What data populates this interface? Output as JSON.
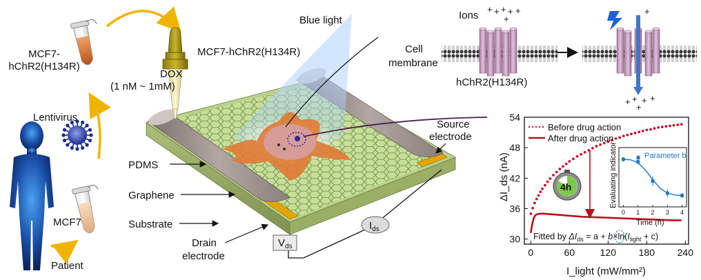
{
  "labels": {
    "cell_line_top": [
      "MCF7-",
      "hChR2(H134R)"
    ],
    "lentivirus": "Lentivirus",
    "mcf7": "MCF7",
    "patient": "Patient",
    "dox": [
      "DOX",
      "(1 nM ~ 1mM)"
    ],
    "cell_on_chip": "MCF7-hChR2(H134R)",
    "blue_light": "Blue light",
    "cell_membrane": [
      "Cell",
      "membrane"
    ],
    "ions": "Ions",
    "channel": "hChR2(H134R)",
    "pdms": "PDMS",
    "graphene": "Graphene",
    "substrate": "Substrate",
    "drain": [
      "Drain",
      "electrode"
    ],
    "source": [
      "Source",
      "electrode"
    ],
    "ids": "I",
    "ids_sub": "ds",
    "vds": "V",
    "vds_sub": "ds",
    "timer": "4h",
    "ion_signs": "+",
    "fitted": {
      "prefix": "Fitted by ",
      "delta": "ΔI",
      "sub": "ds",
      "eq": " = a + ",
      "b": "b",
      "rest": "×ln(",
      "light": "I",
      "light_sub": "light",
      "end": " + c)"
    }
  },
  "colors": {
    "before": "#c8102e",
    "after": "#b5121b",
    "inset": "#1f77c4",
    "ion_channel": "#c9a3c4",
    "graphene": "#b8d98a",
    "pdms": "#9c8f8c",
    "arrow_gold": "#f0b400"
  },
  "chart_data": [
    {
      "type": "line",
      "title": "",
      "xlabel": "I_light (mW/mm²)",
      "ylabel": "ΔI_ds (nA)",
      "xlim": [
        -10,
        245
      ],
      "ylim": [
        29,
        54
      ],
      "xticks": [
        0,
        60,
        120,
        180,
        240
      ],
      "yticks": [
        30,
        36,
        42,
        48,
        54
      ],
      "legend": "top-left",
      "series": [
        {
          "name": "Before drug action",
          "style": "dotted",
          "x": [
            0,
            3,
            6,
            9,
            12,
            15,
            18,
            22,
            26,
            30,
            35,
            40,
            45,
            50,
            55,
            60,
            66,
            72,
            78,
            84,
            90,
            96,
            102,
            108,
            114,
            120,
            126,
            132,
            138,
            144,
            150,
            156,
            162,
            168,
            174,
            180,
            186,
            192,
            198,
            204,
            210,
            216,
            222,
            228,
            234
          ],
          "values": [
            35.0,
            36.1,
            37.1,
            37.9,
            38.6,
            39.3,
            39.9,
            40.6,
            41.3,
            41.9,
            42.6,
            43.2,
            43.8,
            44.3,
            44.8,
            45.3,
            45.8,
            46.3,
            46.7,
            47.1,
            47.5,
            47.9,
            48.3,
            48.6,
            48.9,
            49.2,
            49.5,
            49.8,
            50.0,
            50.3,
            50.5,
            50.7,
            50.9,
            51.1,
            51.3,
            51.5,
            51.6,
            51.8,
            52.0,
            52.1,
            52.2,
            52.3,
            52.4,
            52.5,
            52.6
          ]
        },
        {
          "name": "After drug action",
          "style": "solid",
          "x": [
            0,
            2,
            4,
            6,
            8,
            10,
            15,
            20,
            30,
            40,
            60,
            80,
            100,
            120,
            140,
            160,
            180,
            200,
            220,
            234
          ],
          "values": [
            31.2,
            32.8,
            33.9,
            34.5,
            34.8,
            34.9,
            35.0,
            35.0,
            34.9,
            34.8,
            34.6,
            34.4,
            34.3,
            34.2,
            34.1,
            34.0,
            33.9,
            33.8,
            33.7,
            33.7
          ]
        }
      ]
    },
    {
      "type": "line",
      "title": "",
      "xlabel": "Time (h)",
      "ylabel": "Evaluating indicator",
      "xlim": [
        -0.3,
        4.3
      ],
      "ylim": [
        0,
        1
      ],
      "xticks": [
        0,
        1,
        2,
        3,
        4
      ],
      "legend": "top-right",
      "series": [
        {
          "name": "Parameter b",
          "style": "points-with-errorbars",
          "x": [
            0,
            1,
            2,
            3,
            4
          ],
          "values": [
            0.9,
            0.85,
            0.45,
            0.2,
            0.15
          ],
          "errors": [
            0.05,
            0.06,
            0.1,
            0.08,
            0.05
          ]
        },
        {
          "name": "fit",
          "style": "solid",
          "x": [
            0,
            0.5,
            1,
            1.5,
            2,
            2.5,
            3,
            3.5,
            4
          ],
          "values": [
            0.9,
            0.89,
            0.83,
            0.68,
            0.48,
            0.3,
            0.2,
            0.16,
            0.15
          ]
        }
      ]
    }
  ]
}
